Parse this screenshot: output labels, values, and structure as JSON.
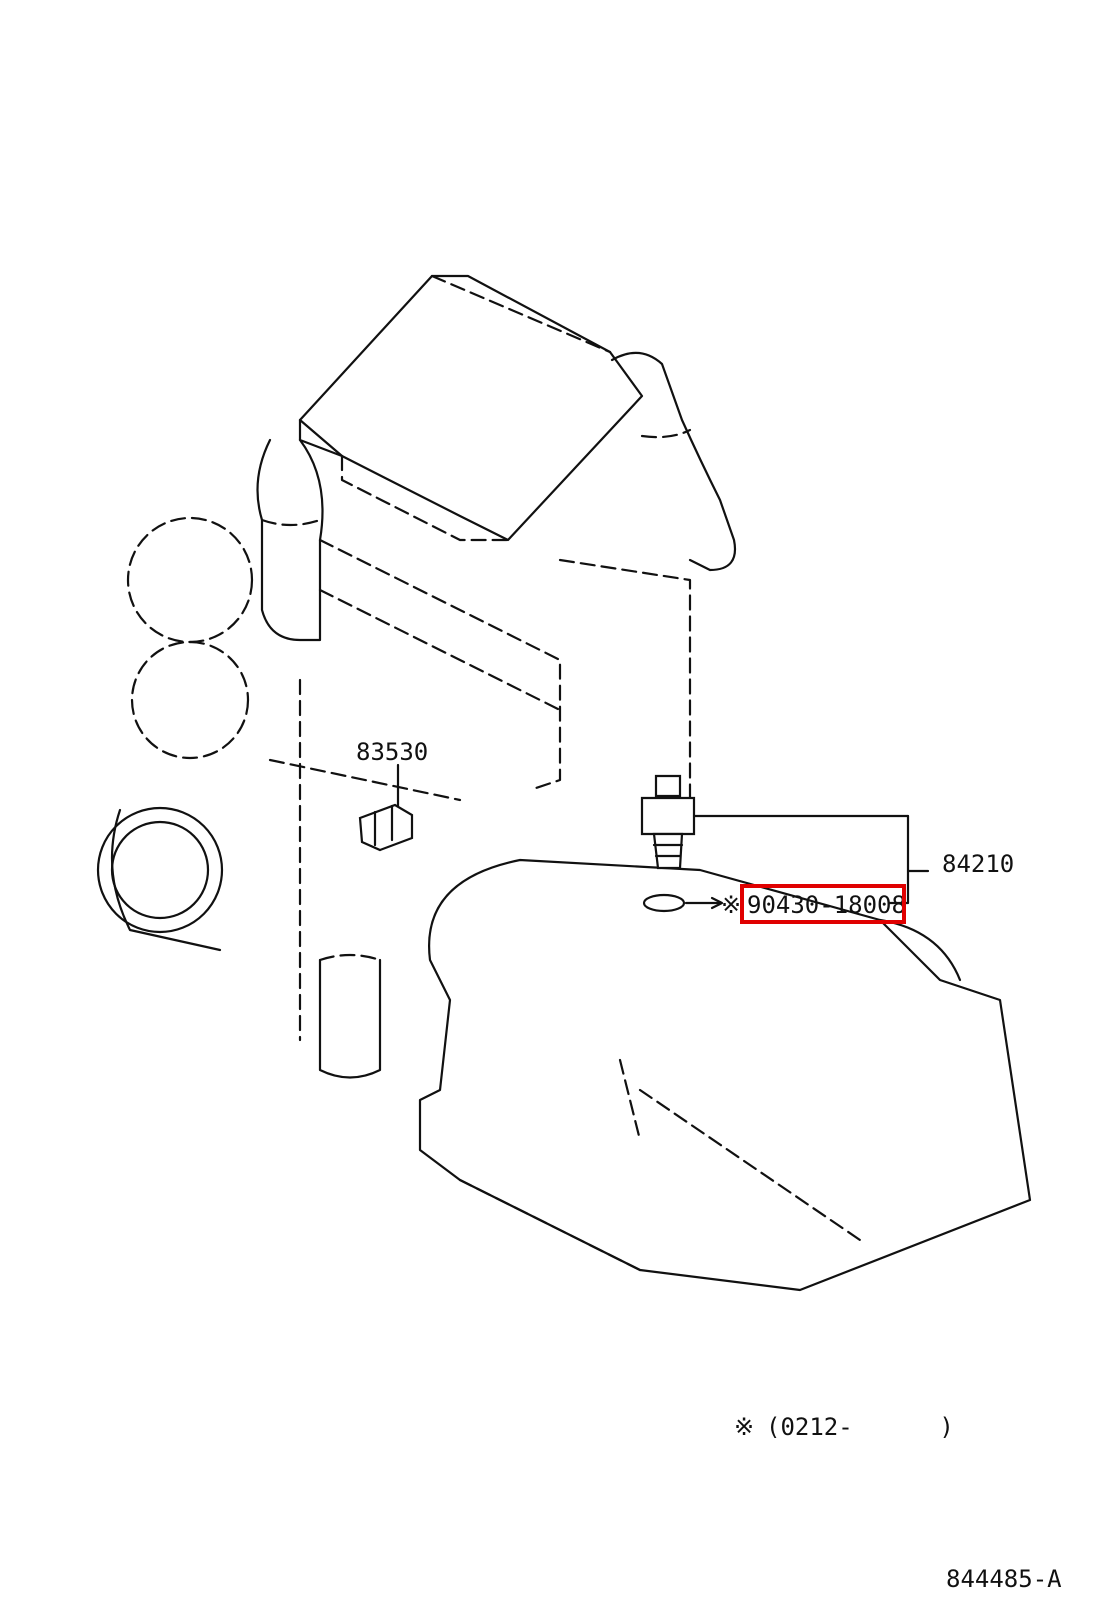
{
  "callouts": {
    "sensor_83530": "83530",
    "sensor_84210": "84210",
    "gasket_part": "90430-18008",
    "gasket_mark": "※"
  },
  "footnote": {
    "mark": "※",
    "range": "(0212-      )"
  },
  "diagram_id": "844485-A",
  "highlight": {
    "target": "90430-18008",
    "color": "#e00000"
  }
}
